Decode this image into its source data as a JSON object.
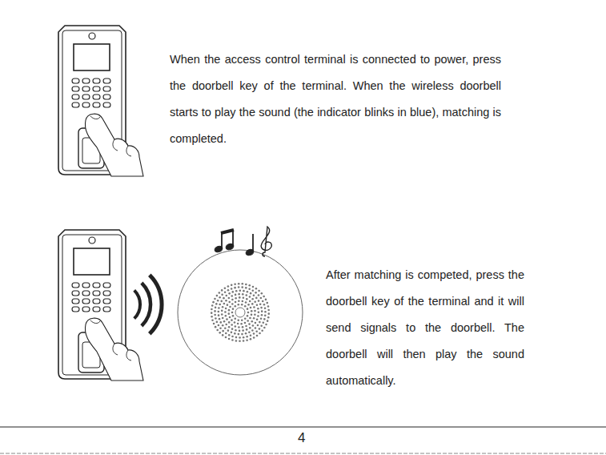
{
  "diagram": {
    "labels": [
      "When the access control terminal is connected to power, press the doorbell key of the terminal. When the wireless doorbell starts to play the sound (the indicator blinks in blue), matching is completed.",
      "After matching is competed, press the doorbell key of the terminal and it will send signals to the doorbell. The doorbell will then play the sound automatically.",
      "4"
    ]
  }
}
